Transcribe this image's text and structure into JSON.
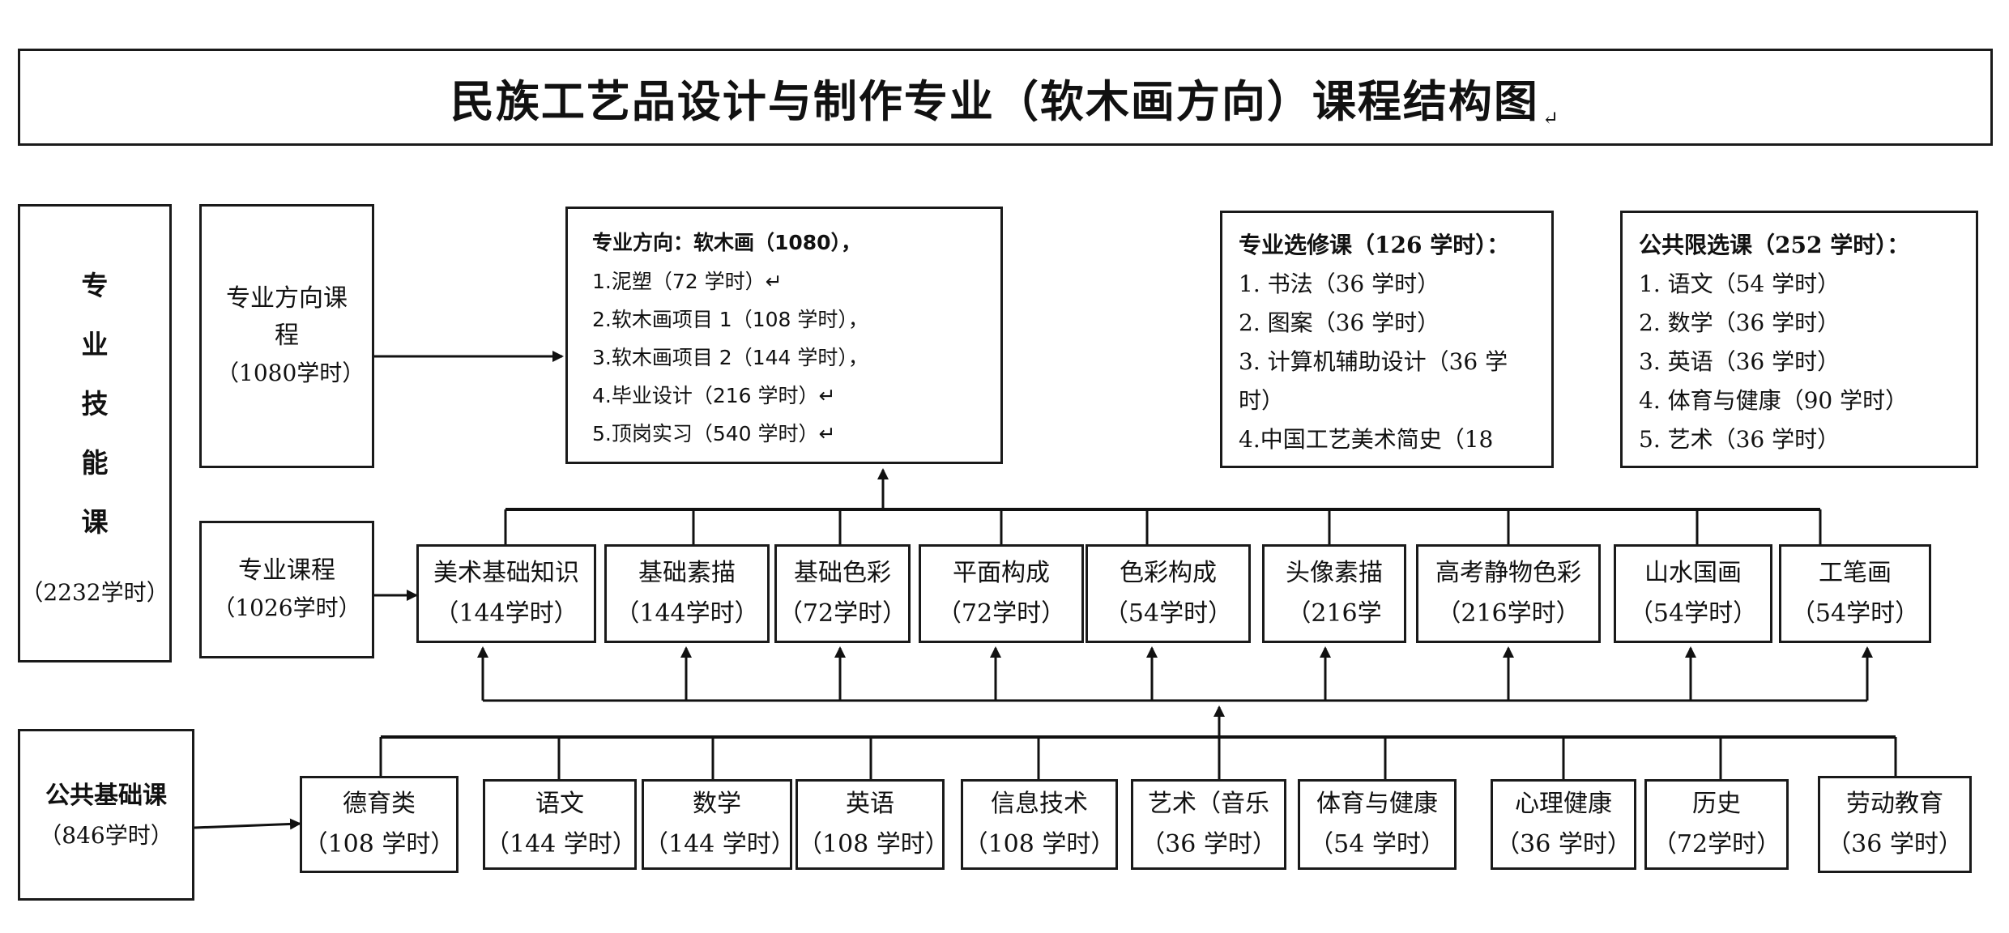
{
  "title": "民族工艺品设计与制作专业（软木画方向）课程结构图",
  "title_mark": "↵",
  "skill_group": {
    "label_chars": [
      "专",
      "业",
      "技",
      "能",
      "课"
    ],
    "hours": "（2232学时）"
  },
  "direction_course": {
    "label": "专业方向课程",
    "hours": "（1080学时）"
  },
  "direction_detail": {
    "heading": "专业方向：软木画（1080），",
    "items": [
      "1.泥塑（72 学时）↵",
      "2.软木画项目 1（108 学时），",
      "3.软木画项目 2（144 学时），",
      "4.毕业设计（216 学时）↵",
      "5.顶岗实习（540 学时）↵"
    ]
  },
  "elective_specialty": {
    "heading": "专业选修课（126 学时）：",
    "items": [
      "1. 书法（36 学时）",
      "2. 图案（36 学时）",
      "3. 计算机辅助设计（36 学时）",
      "4.中国工艺美术简史（18"
    ]
  },
  "elective_public": {
    "heading": "公共限选课（252 学时）：",
    "items": [
      "1. 语文（54 学时）",
      "2. 数学（36 学时）",
      "3. 英语（36 学时）",
      "4. 体育与健康（90 学时）",
      "5. 艺术（36 学时）"
    ]
  },
  "professional_course": {
    "label": "专业课程",
    "hours": "（1026学时）"
  },
  "professional_courses": [
    {
      "name": "美术基础知识",
      "hours": "（144学时）"
    },
    {
      "name": "基础素描",
      "hours": "（144学时）"
    },
    {
      "name": "基础色彩",
      "hours": "（72学时）"
    },
    {
      "name": "平面构成",
      "hours": "（72学时）"
    },
    {
      "name": "色彩构成",
      "hours": "（54学时）"
    },
    {
      "name": "头像素描",
      "hours": "（216学"
    },
    {
      "name": "高考静物色彩",
      "hours": "（216学时）"
    },
    {
      "name": "山水国画",
      "hours": "（54学时）"
    },
    {
      "name": "工笔画",
      "hours": "（54学时）"
    }
  ],
  "public_basic": {
    "label": "公共基础课",
    "hours": "（846学时）"
  },
  "public_courses": [
    {
      "name": "德育类",
      "hours": "（108 学时）"
    },
    {
      "name": "语文",
      "hours": "（144 学时）"
    },
    {
      "name": "数学",
      "hours": "（144 学时）"
    },
    {
      "name": "英语",
      "hours": "（108 学时）"
    },
    {
      "name": "信息技术",
      "hours": "（108 学时）"
    },
    {
      "name": "艺术（音乐",
      "hours": "（36 学时）"
    },
    {
      "name": "体育与健康",
      "hours": "（54 学时）"
    },
    {
      "name": "心理健康",
      "hours": "（36 学时）"
    },
    {
      "name": "历史",
      "hours": "（72学时）"
    },
    {
      "name": "劳动教育",
      "hours": "（36 学时）"
    }
  ]
}
